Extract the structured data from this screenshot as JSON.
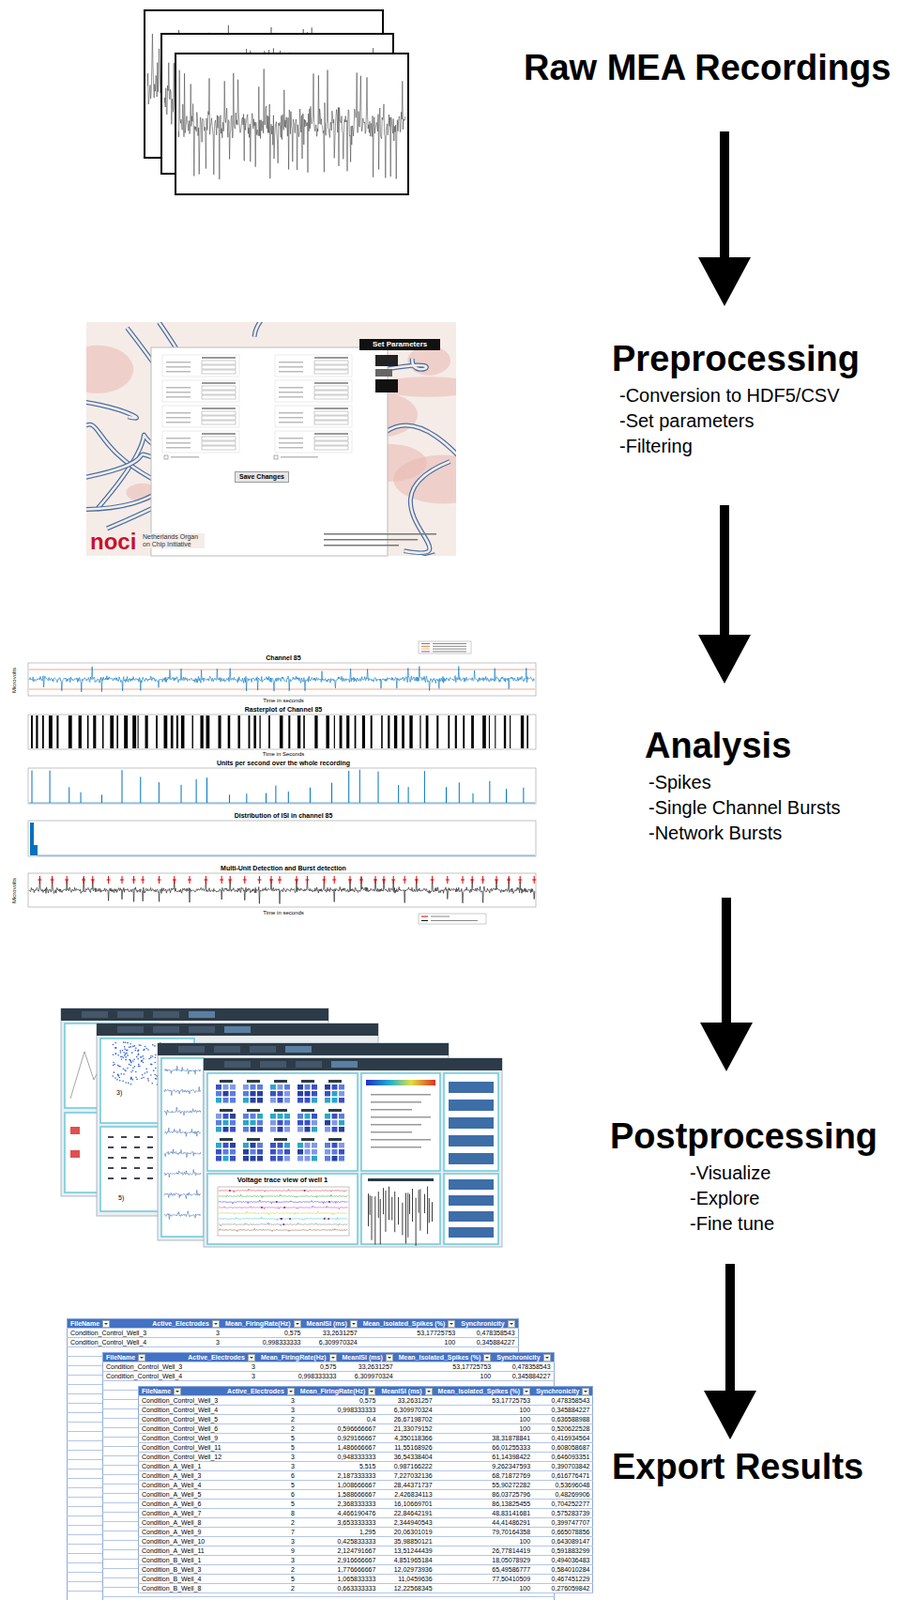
{
  "diagram": {
    "nodes": [
      {
        "text": [
          "Raw MEA Recordings"
        ]
      },
      {
        "text": [
          "Preprocessing",
          "-Conversion to HDF5/CSV",
          "-Set parameters",
          "-Filtering"
        ]
      },
      {
        "text": [
          "Analysis",
          "-Spikes",
          "-Single Channel Bursts",
          "-Network Bursts"
        ]
      },
      {
        "text": [
          "Postprocessing",
          "-Visualize",
          "-Explore",
          "-Fine tune"
        ]
      },
      {
        "text": [
          "Export Results"
        ]
      }
    ],
    "edges": [
      {
        "from": 0,
        "to": 1,
        "arrow": "to"
      },
      {
        "from": 1,
        "to": 2,
        "arrow": "to"
      },
      {
        "from": 2,
        "to": 3,
        "arrow": "to"
      },
      {
        "from": 3,
        "to": 4,
        "arrow": "to"
      }
    ],
    "labels": [
      "Set Parameters",
      "Save Changes",
      "noci",
      "Netherlands Organ on Chip Initiative",
      "Channel 85",
      "Microvolts",
      "Time in seconds",
      "Rasterplot of Channel 85",
      "Time in Seconds",
      "Units per second over the whole recording",
      "Distribution of ISI in channel 85",
      "Multi-Unit Detection and Burst detection",
      "Microvolts",
      "Time in seconds",
      "Voltage trace view of well 1",
      "3)",
      "5)",
      "FileName",
      "Active_Electrodes",
      "Mean_FiringRate(Hz)",
      "MeanISI (ms)",
      "Mean_Isolated_Spikes (%)",
      "Synchronicity",
      "Condition_Control_Well_3",
      "3",
      "0,575",
      "33,2631257",
      "53,17725753",
      "0,478358543",
      "Condition_Control_Well_4",
      "3",
      "0,998333333",
      "6,309970324",
      "100",
      "0,345884227",
      "FileName",
      "Active_Electrodes",
      "Mean_FiringRate(Hz)",
      "MeanISI (ms)",
      "Mean_Isolated_Spikes (%)",
      "Synchronicity",
      "Condition_Control_Well_3",
      "3",
      "0,575",
      "33,2631257",
      "53,17725753",
      "0,478358543",
      "Condition_Control_Well_4",
      "3",
      "0,998333333",
      "6,309970324",
      "100",
      "0,345884227",
      "FileName",
      "Active_Electrodes",
      "Mean_FiringRate(Hz)",
      "MeanISI (ms)",
      "Mean_Isolated_Spikes (%)",
      "Synchronicity",
      "Condition_Control_Well_3",
      "3",
      "0,575",
      "33,2631257",
      "53,17725753",
      "0,478358543",
      "Condition_Control_Well_4",
      "3",
      "0,998333333",
      "6,309970324",
      "100",
      "0,345884227",
      "Condition_Control_Well_5",
      "2",
      "0,4",
      "26,67198702",
      "100",
      "0,636588988",
      "Condition_Control_Well_6",
      "2",
      "0,596666667",
      "21,33079152",
      "100",
      "0,520622528",
      "Condition_Control_Well_9",
      "5",
      "0,929166667",
      "4,350118366",
      "38,31878841",
      "0,416934564",
      "Condition_Control_Well_11",
      "5",
      "1,486666667",
      "11,55168926",
      "66,01255333",
      "0,608058687",
      "Condition_Control_Well_12",
      "3",
      "0,948333333",
      "36,54338404",
      "61,14398422",
      "0,646093351",
      "Condition_A_Well_1",
      "3",
      "5,515",
      "0,987166222",
      "9,262347593",
      "0,390703842",
      "Condition_A_Well_3",
      "6",
      "2,187333333",
      "7,227032136",
      "68,71872769",
      "0,616776471",
      "Condition_A_Well_4",
      "5",
      "1,008666667",
      "28,44371737",
      "55,90272282",
      "0,53696048",
      "Condition_A_Well_5",
      "6",
      "1,588666667",
      "2,426834113",
      "86,03725796",
      "0,48269906",
      "Condition_A_Well_6",
      "5",
      "2,368333333",
      "16,10669701",
      "86,13825455",
      "0,704252277",
      "Condition_A_Well_7",
      "8",
      "4,466190476",
      "22,84642191",
      "48,83141681",
      "0,575283739",
      "Condition_A_Well_8",
      "2",
      "3,653333333",
      "2,344940543",
      "44,41486291",
      "0,399747707",
      "Condition_A_Well_9",
      "7",
      "1,295",
      "20,06301019",
      "79,70164358",
      "0,665078856",
      "Condition_A_Well_10",
      "3",
      "0,425833333",
      "35,98850121",
      "100",
      "0,643089147",
      "Condition_A_Well_11",
      "9",
      "2,124791667",
      "13,51244439",
      "26,77814419",
      "0,591883299",
      "Condition_B_Well_1",
      "3",
      "2,916666667",
      "4,851965184",
      "18,05078929",
      "0,494036483",
      "Condition_B_Well_3",
      "2",
      "1,776666667",
      "12,02973936",
      "65,49586777",
      "0,584010284",
      "Condition_B_Well_4",
      "5",
      "1,065833333",
      "11,0459636",
      "77,50410509",
      "0,467451229",
      "Condition_B_Well_8",
      "2",
      "0,663333333",
      "12,22568345",
      "100",
      "0,276059842"
    ]
  }
}
